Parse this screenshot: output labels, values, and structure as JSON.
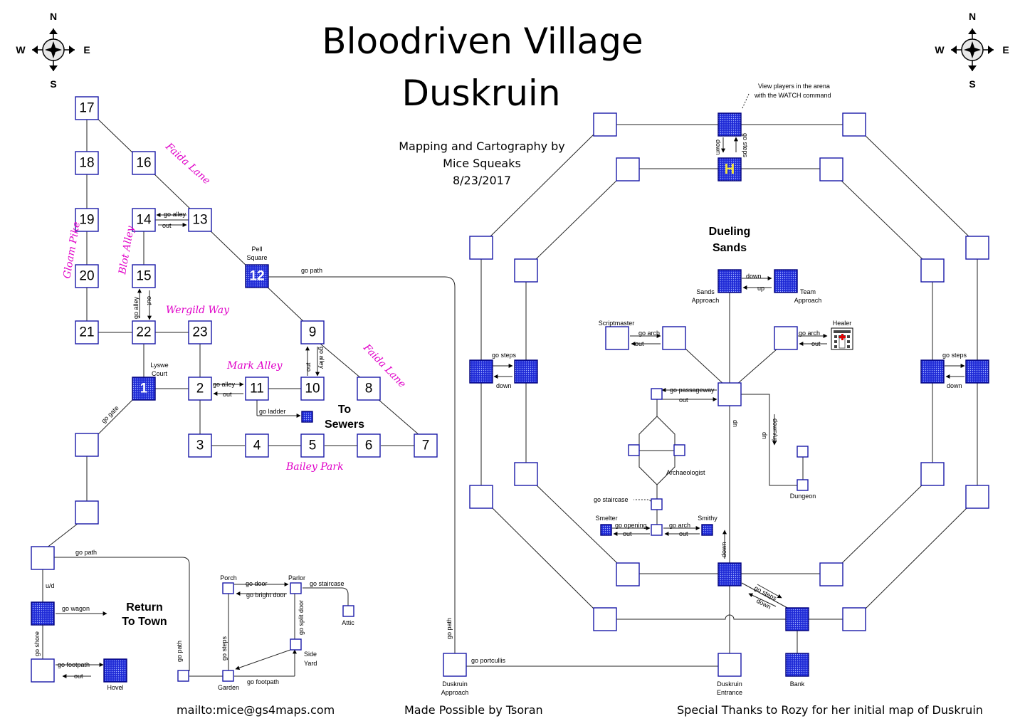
{
  "title": {
    "line1": "Bloodriven Village",
    "line2": "Duskruin"
  },
  "credits": {
    "line1": "Mapping and Cartography by",
    "line2": "Mice Squeaks",
    "line3": "8/23/2017"
  },
  "footer": {
    "email": "mailto:mice@gs4maps.com",
    "made_possible": "Made Possible by Tsoran",
    "thanks": "Special Thanks to Rozy for her initial map of Duskruin"
  },
  "compass": {
    "n": "N",
    "s": "S",
    "e": "E",
    "w": "W"
  },
  "colors": {
    "room_border": "#1a1aa8",
    "highlight_room": "#1f2ad6",
    "street_label": "#e000c8",
    "lift_letter": "#f2e23a"
  },
  "village": {
    "rooms": {
      "r1": "1",
      "r2": "2",
      "r3": "3",
      "r4": "4",
      "r5": "5",
      "r6": "6",
      "r7": "7",
      "r8": "8",
      "r9": "9",
      "r10": "10",
      "r11": "11",
      "r12": "12",
      "r13": "13",
      "r14": "14",
      "r15": "15",
      "r16": "16",
      "r17": "17",
      "r18": "18",
      "r19": "19",
      "r20": "20",
      "r21": "21",
      "r22": "22",
      "r23": "23"
    },
    "streets": {
      "faida_lane_1": "Faida Lane",
      "faida_lane_2": "Faida Lane",
      "gloam_pike": "Gloam Pike",
      "blot_alley": "Blot Alley",
      "wergild_way": "Wergild Way",
      "mark_alley": "Mark Alley",
      "bailey_park": "Bailey Park"
    },
    "places": {
      "pell_1": "Pell",
      "pell_2": "Square",
      "lyswe_1": "Lyswe",
      "lyswe_2": "Court",
      "sewers_1": "To",
      "sewers_2": "Sewers"
    },
    "links": {
      "go_alley_14": "go alley",
      "out_14": "out",
      "go_alley_15": "go alley",
      "out_15": "out",
      "go_alley_11": "go alley",
      "out_11": "out",
      "go_alley_9": "go alley",
      "out_9": "out",
      "go_ladder": "go ladder",
      "go_gate": "go gate",
      "go_path_12": "go path"
    }
  },
  "south": {
    "go_path_top": "go path",
    "ud": "u/d",
    "go_wagon": "go wagon",
    "return_1": "Return",
    "return_2": "To Town",
    "go_shore": "go shore",
    "go_footpath": "go footpath",
    "out": "out",
    "hovel": "Hovel",
    "go_path_left": "go path",
    "porch": "Porch",
    "parlor": "Parlor",
    "go_door": "go door",
    "go_bright_door": "go bright door",
    "go_staircase": "go staircase",
    "attic": "Attic",
    "go_split_door": "go split door",
    "go_steps": "go steps",
    "side_1": "Side",
    "side_2": "Yard",
    "garden": "Garden",
    "go_footpath_2": "go footpath"
  },
  "arena": {
    "header_1": "Dueling",
    "header_2": "Sands",
    "watch_1": "View players in the arena",
    "watch_2": "with the WATCH command",
    "lift_letter": "H",
    "down_top": "down",
    "go_steps_top": "go steps",
    "sands_approach_1": "Sands",
    "sands_approach_2": "Approach",
    "team_approach_1": "Team",
    "team_approach_2": "Approach",
    "down_team": "down",
    "up_team": "up",
    "scriptmaster": "Scriptmaster",
    "healer": "Healer",
    "go_arch_left": "go arch",
    "out_left": "out",
    "go_arch_right": "go arch",
    "out_right": "out",
    "go_passageway": "go passageway",
    "out_passage": "out",
    "dn": "dn",
    "up": "up",
    "down_up": "down/up",
    "archaeologist": "Archaeologist",
    "dungeon": "Dungeon",
    "go_staircase": "go staircase",
    "smelter": "Smelter",
    "smithy": "Smithy",
    "go_opening": "go opening",
    "out_smelter": "out",
    "go_arch_smithy": "go arch",
    "out_smithy": "out",
    "down_center": "down",
    "go_steps_w": "go steps",
    "down_w": "down",
    "go_steps_e": "go steps",
    "down_e": "down",
    "go_steps_bank": "go steps",
    "down_bank": "down",
    "bank": "Bank",
    "dusk_entrance_1": "Duskruin",
    "dusk_entrance_2": "Entrance",
    "dusk_approach_1": "Duskruin",
    "dusk_approach_2": "Approach",
    "go_path": "go path",
    "go_portcullis": "go portcullis"
  }
}
